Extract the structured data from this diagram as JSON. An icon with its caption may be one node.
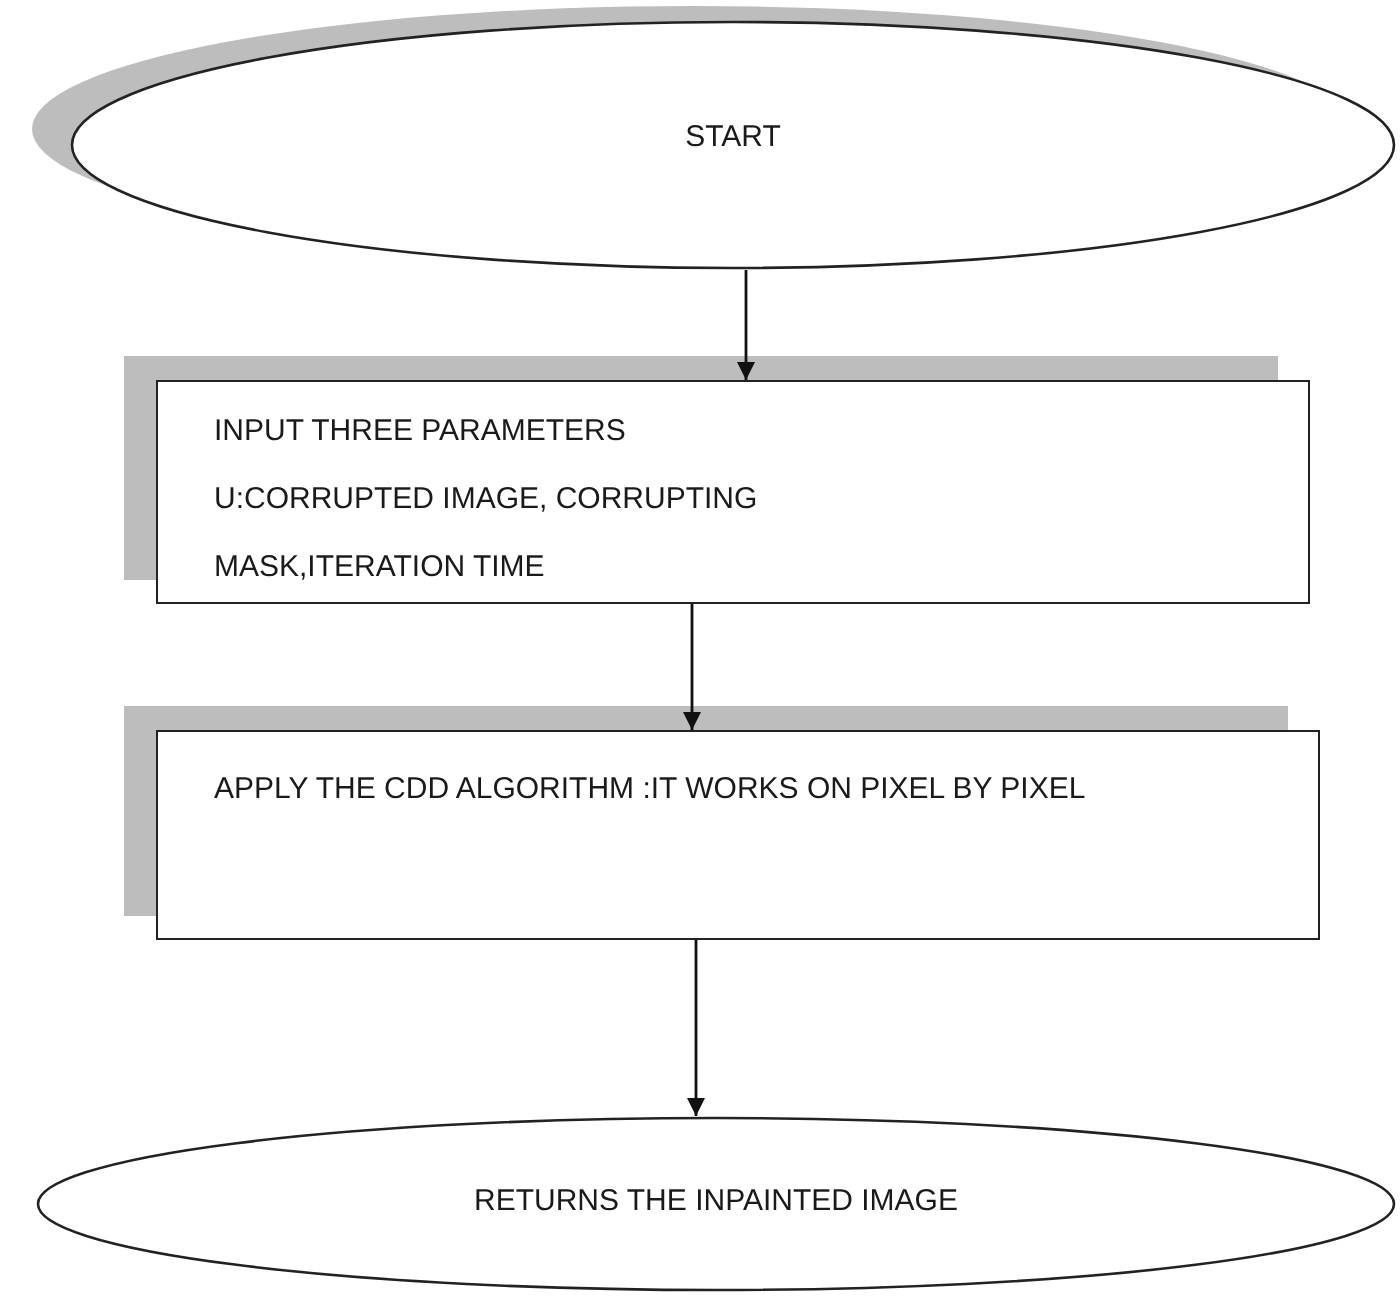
{
  "diagram": {
    "nodes": [
      {
        "text": [
          "START"
        ]
      },
      {
        "text": [
          "INPUT THREE PARAMETERS",
          "U:CORRUPTED IMAGE, CORRUPTING MASK,ITERATION TIME"
        ]
      },
      {
        "text": [
          "APPLY THE CDD ALGORITHM :IT WORKS ON PIXEL BY PIXEL"
        ]
      },
      {
        "text": [
          "RETURNS  THE INPAINTED IMAGE"
        ]
      }
    ],
    "edges": [
      {
        "from": 0,
        "to": 1,
        "arrow": "to"
      },
      {
        "from": 1,
        "to": 2,
        "arrow": "to"
      },
      {
        "from": 2,
        "to": 3,
        "arrow": "to"
      }
    ]
  }
}
